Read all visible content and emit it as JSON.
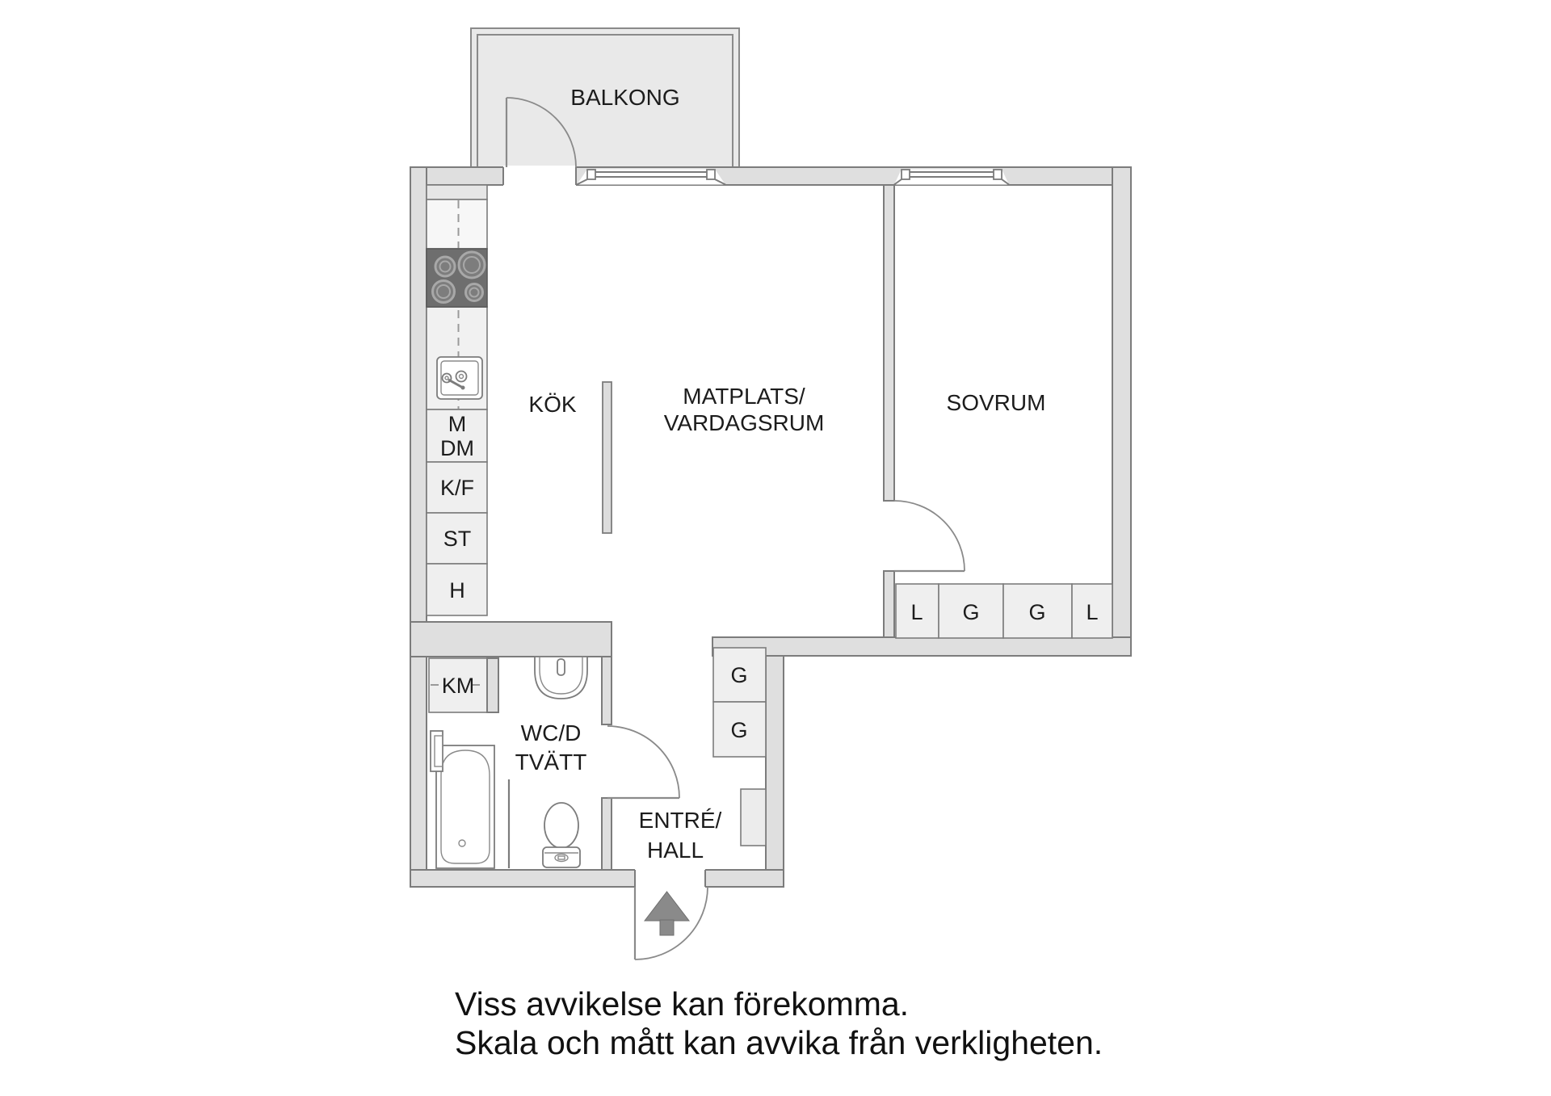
{
  "floor_plan": {
    "rooms": {
      "balcony": "BALKONG",
      "kitchen": "KÖK",
      "living_line1": "MATPLATS/",
      "living_line2": "VARDAGSRUM",
      "bedroom": "SOVRUM",
      "bathroom_line1": "WC/D",
      "bathroom_line2": "TVÄTT",
      "hall_line1": "ENTRÉ/",
      "hall_line2": "HALL"
    },
    "fixtures": {
      "kitchen_unit_line1": "M",
      "kitchen_unit_line2": "DM",
      "fridge_freezer": "K/F",
      "pantry": "ST",
      "shelf": "H",
      "washing_machine": "KM",
      "hall_cabinet_1": "G",
      "hall_cabinet_2": "G",
      "bedroom_closet_1": "L",
      "bedroom_closet_2": "G",
      "bedroom_closet_3": "G",
      "bedroom_closet_4": "L"
    },
    "disclaimer_line1": "Viss avvikelse kan förekomma.",
    "disclaimer_line2": "Skala och mått kan avvika från verkligheten.",
    "colors": {
      "wall_fill": "#dfdfdf",
      "wall_stroke": "#7c7c7c",
      "cell_fill": "#efefef",
      "balcony_fill": "#e9e9e9",
      "stove_fill": "#6e6e6e",
      "arrow_fill": "#8a8a8a",
      "text": "#1c1c1c"
    }
  }
}
